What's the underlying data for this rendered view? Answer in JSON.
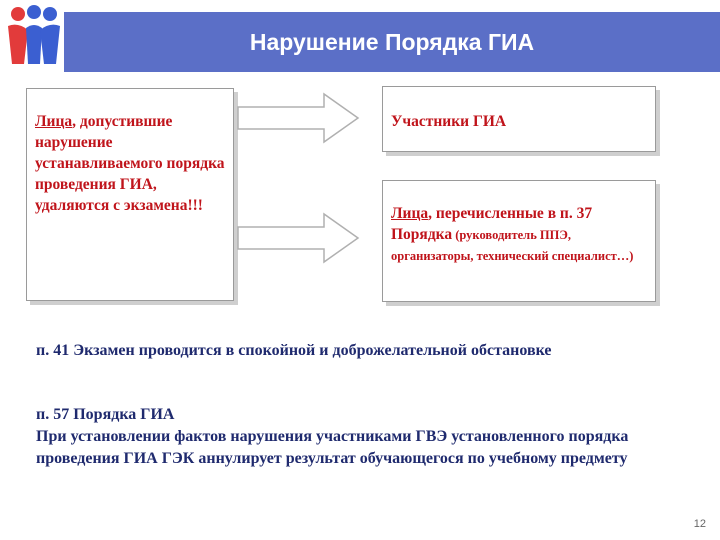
{
  "header": {
    "title": "Нарушение Порядка ГИА"
  },
  "left_box": {
    "word_underlined": "Лица",
    "text": ", допустившие нарушение устанавливаемого порядка проведения ГИА, удаляются с экзамена!!!"
  },
  "right_box_1": {
    "text": "Участники ГИА"
  },
  "right_box_2": {
    "word_underlined": "Лица",
    "text_main": ", перечисленные в п. 37 Порядка",
    "text_small": " (руководитель ППЭ, организаторы, технический специалист…)"
  },
  "para1": {
    "text": "п. 41   Экзамен проводится в спокойной и доброжелательной обстановке"
  },
  "para2": {
    "heading": "п. 57  Порядка ГИА",
    "text": "При установлении фактов нарушения участниками ГВЭ установленного порядка проведения ГИА ГЭК аннулирует результат обучающегося по учебному предмету"
  },
  "page_number": "12",
  "colors": {
    "title_bar": "#5b6fc7",
    "accent_red": "#c0141b",
    "navy_text": "#1f2a6e"
  }
}
